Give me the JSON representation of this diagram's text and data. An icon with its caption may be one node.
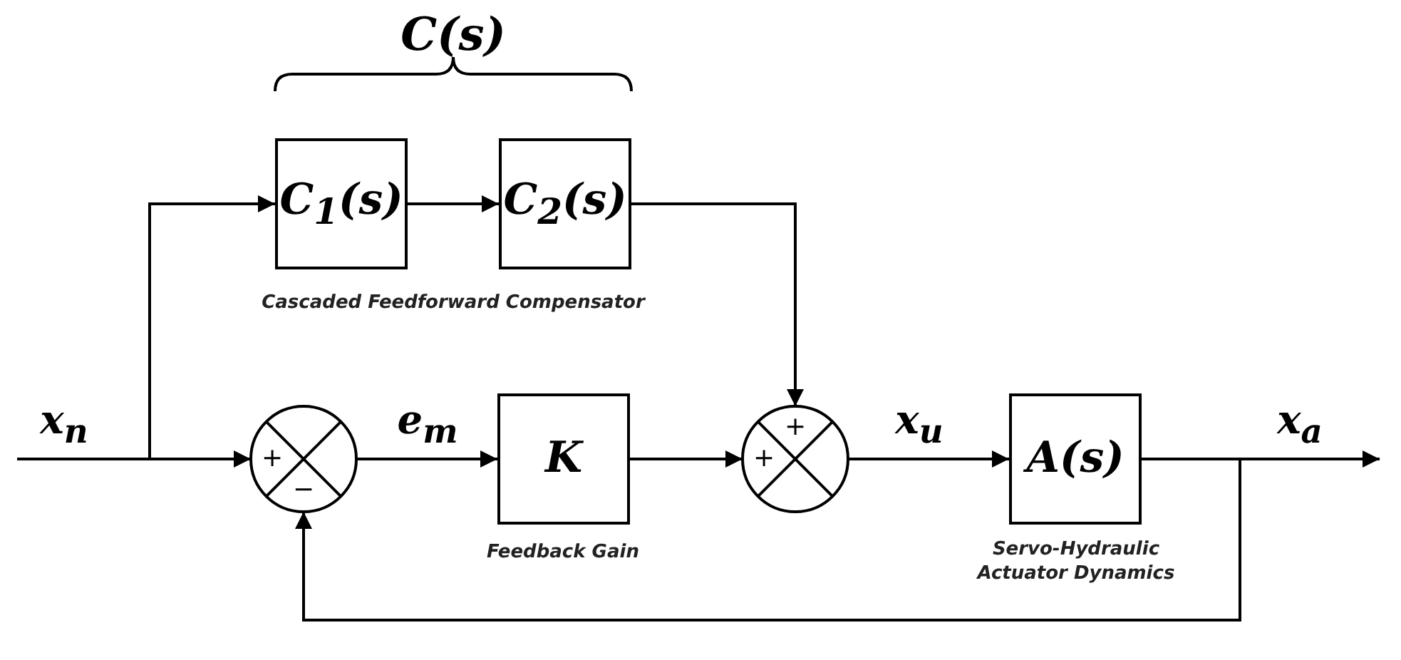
{
  "diagram": {
    "nodes": [
      {
        "text": [
          "C$_{1}$(s)"
        ]
      },
      {
        "text": [
          "C$_{2}$(s)"
        ]
      },
      {
        "text": [
          "+",
          "−"
        ]
      },
      {
        "text": [
          "K"
        ],
        "beside": [
          "Feedback Gain"
        ]
      },
      {
        "text": [
          "+",
          "+"
        ]
      },
      {
        "text": [
          "A(s)"
        ],
        "beside": [
          "Servo-Hydraulic Actuator Dynamics"
        ]
      }
    ],
    "edges": [
      {
        "from": null,
        "to": 2,
        "arrow": "to",
        "label": "x$_{n}$"
      },
      {
        "from": null,
        "to": 0,
        "arrow": "to"
      },
      {
        "from": 0,
        "to": 1,
        "arrow": "to"
      },
      {
        "from": 1,
        "to": 4,
        "arrow": "to"
      },
      {
        "from": 2,
        "to": 3,
        "arrow": "to",
        "label": "e$_{m}$"
      },
      {
        "from": 3,
        "to": 4,
        "arrow": "to"
      },
      {
        "from": 4,
        "to": 5,
        "arrow": "to",
        "label": "x$_{u}$"
      },
      {
        "from": 5,
        "to": null,
        "arrow": "to",
        "label": "x$_{a}$"
      },
      {
        "from": 5,
        "to": 2,
        "arrow": "to"
      }
    ],
    "labels": [
      "C(s)",
      "Cascaded Feedforward Compensator"
    ]
  }
}
